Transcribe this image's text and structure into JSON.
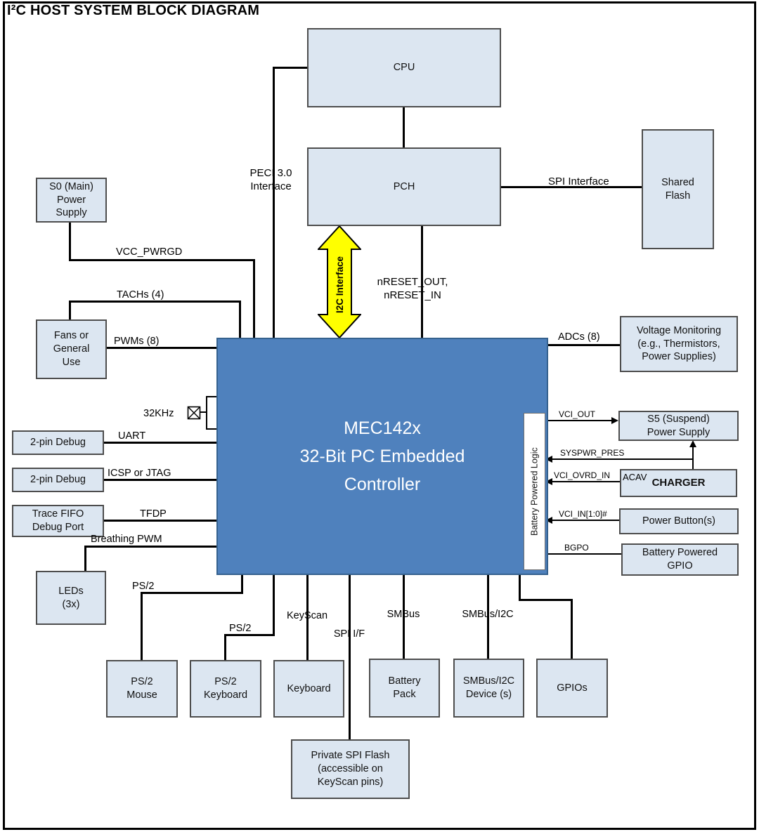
{
  "title": "I²C HOST SYSTEM BLOCK DIAGRAM",
  "blocks": {
    "cpu": "CPU",
    "pch": "PCH",
    "shared_flash": "Shared\nFlash",
    "s0_power": "S0 (Main)\nPower\nSupply",
    "fans": "Fans or\nGeneral\nUse",
    "debug_uart": "2-pin Debug",
    "debug_icsp": "2-pin Debug",
    "trace_fifo": "Trace FIFO\nDebug Port",
    "leds": "LEDs\n(3x)",
    "mec": "MEC142x\n32-Bit PC Embedded\nController",
    "battery_logic": "Battery Powered Logic",
    "voltage_monitoring": "Voltage Monitoring\n(e.g., Thermistors,\nPower Supplies)",
    "s5_power": "S5 (Suspend)\nPower Supply",
    "charger": "CHARGER",
    "power_buttons": "Power Button(s)",
    "battery_gpio": "Battery Powered\nGPIO",
    "ps2_mouse": "PS/2\nMouse",
    "ps2_keyboard": "PS/2\nKeyboard",
    "keyboard": "Keyboard",
    "battery_pack": "Battery\nPack",
    "smbus_device": "SMBus/I2C\nDevice (s)",
    "gpios": "GPIOs",
    "private_spi_flash": "Private SPI Flash\n(accessible on\nKeyScan pins)"
  },
  "signals": {
    "peci": "PECI 3.0\nInterface",
    "spi_interface": "SPI Interface",
    "i2c_interface": "I2C Interface",
    "nreset": "nRESET_OUT,\nnRESET_IN",
    "vcc_pwrgd": "VCC_PWRGD",
    "tachs": "TACHs (4)",
    "pwms": "PWMs (8)",
    "adcs": "ADCs (8)",
    "khz32": "32KHz",
    "uart": "UART",
    "icsp_jtag": "ICSP or JTAG",
    "tfdp": "TFDP",
    "breathing_pwm": "Breathing PWM",
    "ps2_mouse": "PS/2",
    "ps2_keyboard": "PS/2",
    "keyscan": "KeyScan",
    "spi_if": "SPI I/F",
    "smbus": "SMBus",
    "smbus_i2c": "SMBus/I2C",
    "vci_out": "VCI_OUT",
    "syspwr_pres": "SYSPWR_PRES",
    "vci_ovrd_in": "VCI_OVRD_IN",
    "acav": "ACAV",
    "vci_in": "VCI_IN[1:0]#",
    "bgpo": "BGPO"
  },
  "colors": {
    "block_fill": "#dce6f1",
    "block_border": "#4d4d4d",
    "mec_fill": "#4f81bd",
    "mec_text": "#ffffff",
    "i2c_arrow_fill": "#ffff00",
    "wire": "#000000"
  }
}
